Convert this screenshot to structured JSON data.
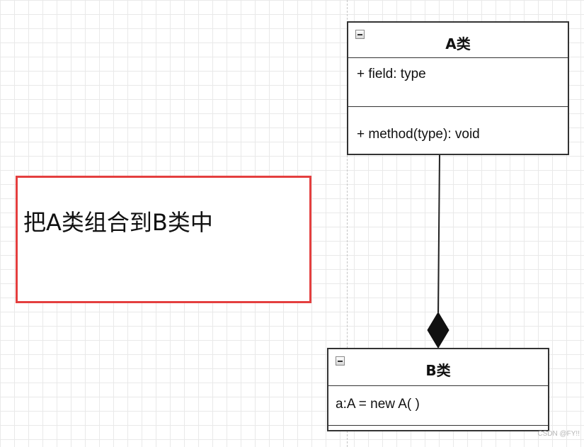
{
  "note": {
    "text": "把A类组合到B类中",
    "border_color": "#e43f3f"
  },
  "class_a": {
    "name": "A类",
    "field": "+ field: type",
    "method": "+ method(type): void"
  },
  "class_b": {
    "name": "B类",
    "field": "a:A = new A( )"
  },
  "relationship": {
    "type": "composition",
    "from": "B类",
    "to": "A类"
  },
  "icons": {
    "collapse": "minus-square-icon"
  },
  "watermark": "CSDN @FY!!",
  "colors": {
    "grid": "#e9e9e9",
    "border": "#333333",
    "note_border": "#e43f3f"
  }
}
